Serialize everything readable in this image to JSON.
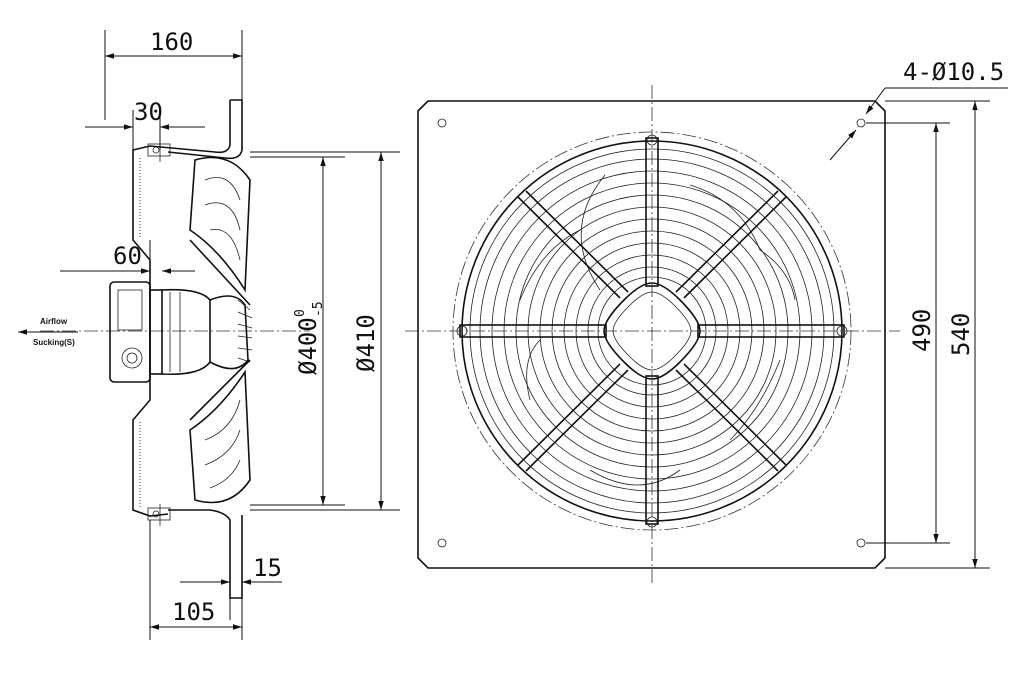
{
  "dimensions": {
    "depth_total": "160",
    "flange_depth": "30",
    "motor_offset": "60",
    "flange_thickness": "15",
    "base_depth": "105",
    "diameter_400_main": "Ø400",
    "diameter_400_tol_upper": "0",
    "diameter_400_tol_lower": "-5",
    "diameter_410": "Ø410",
    "hole_spacing": "490",
    "plate_size": "540",
    "mounting_holes": "4-Ø10.5"
  },
  "airflow": {
    "label": "Airflow",
    "mode": "Sucking(S)"
  }
}
